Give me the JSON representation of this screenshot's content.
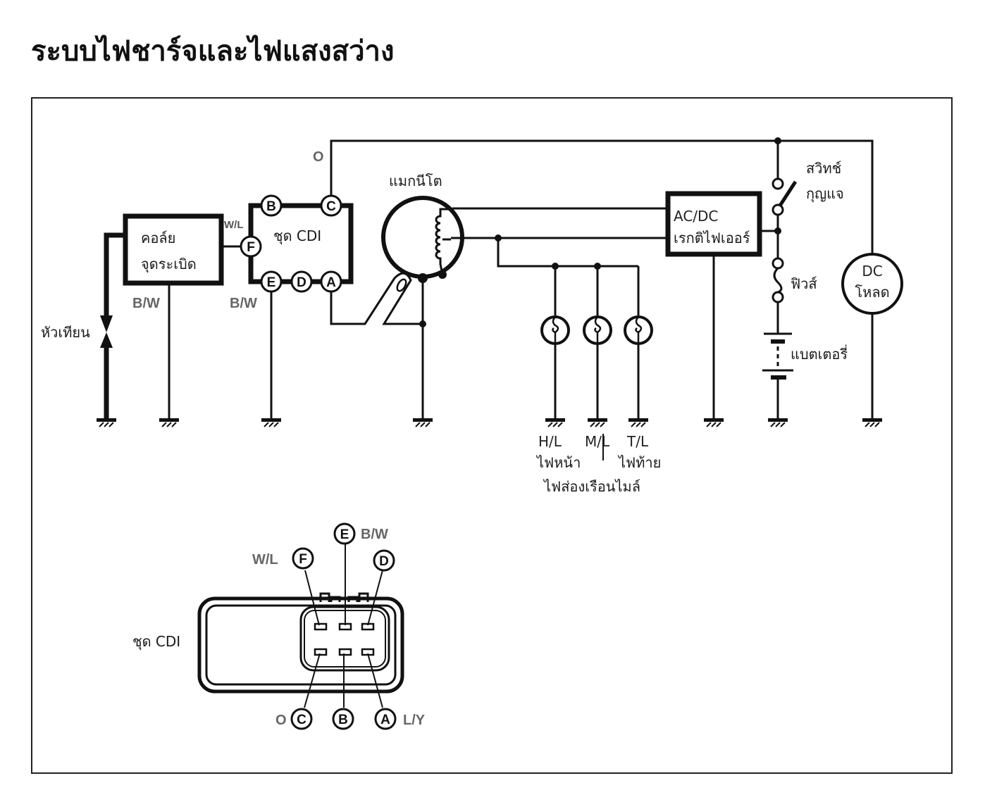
{
  "title": "ระบบไฟชาร์จและไฟแสงสว่าง",
  "diagram": {
    "components": {
      "ignition_coil": {
        "line1": "คอล์ย",
        "line2": "จุดระเบิด"
      },
      "cdi_unit": {
        "label": "ชุด CDI"
      },
      "spark_plug": {
        "label": "หัวเทียน"
      },
      "magneto": {
        "label": "แมกนีโต"
      },
      "rectifier": {
        "line1": "AC/DC",
        "line2": "เรกติไฟเออร์"
      },
      "ignition_switch": {
        "line1": "สวิทช์",
        "line2": "กุญแจ"
      },
      "fuse": {
        "label": "ฟิวส์"
      },
      "battery": {
        "label": "แบตเตอรี่"
      },
      "dc_load": {
        "line1": "DC",
        "line2": "โหลด"
      },
      "lamps": [
        {
          "code": "H/L",
          "name": "ไฟหน้า"
        },
        {
          "code": "M/L",
          "name": "ไฟส่องเรือนไมล์"
        },
        {
          "code": "T/L",
          "name": "ไฟท้าย"
        }
      ]
    },
    "wire_colors": {
      "coil_ground": "B/W",
      "cdi_ground": "B/W",
      "coil_to_cdi": "W/L",
      "cdi_c": "O"
    },
    "cdi_pins": [
      "A",
      "B",
      "C",
      "D",
      "E",
      "F"
    ]
  },
  "connector": {
    "label": "ชุด CDI",
    "pins": [
      {
        "pin": "F",
        "wire": "W/L"
      },
      {
        "pin": "E",
        "wire": "B/W"
      },
      {
        "pin": "D",
        "wire": ""
      },
      {
        "pin": "C",
        "wire": "O"
      },
      {
        "pin": "B",
        "wire": ""
      },
      {
        "pin": "A",
        "wire": "L/Y"
      }
    ]
  }
}
